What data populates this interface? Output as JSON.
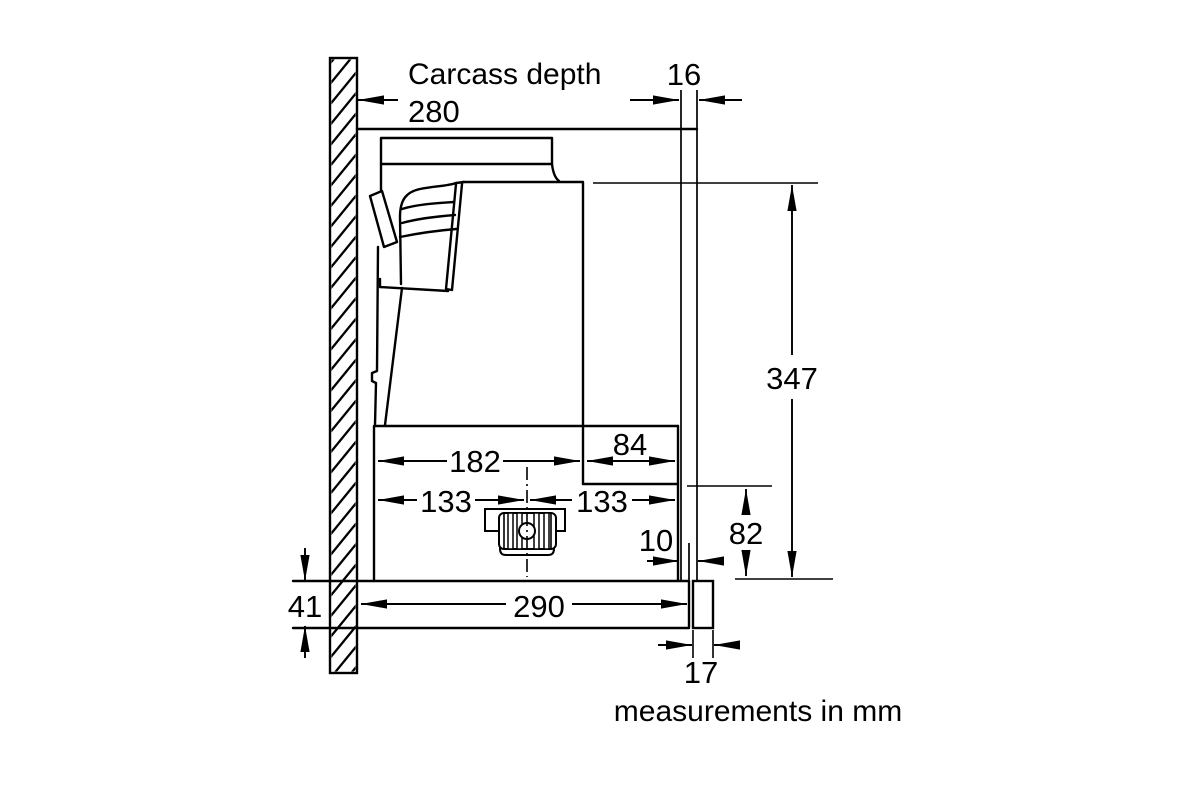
{
  "diagram": {
    "header_label": "Carcass depth",
    "footer_note": "measurements in mm",
    "dims": {
      "carcass_depth": "280",
      "door_thickness": "16",
      "internal_height": "347",
      "body_depth": "182",
      "step_depth": "84",
      "center_offset_left": "133",
      "center_offset_right": "133",
      "front_gap": "10",
      "lower_section_height": "82",
      "bottom_bar_height": "41",
      "pullout_depth": "290",
      "front_strip_depth": "17"
    },
    "colors": {
      "line": "#000000",
      "background": "#ffffff"
    }
  }
}
